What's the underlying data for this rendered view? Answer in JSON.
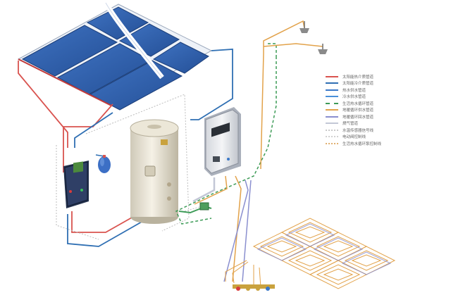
{
  "colors": {
    "solar_supply": "#d9534f",
    "solar_return": "#2f6fb3",
    "hot_water": "#3a78c8",
    "cold_water": "#4a90d9",
    "circulation": "#3d9b57",
    "floor_supply": "#e2a24a",
    "floor_return": "#8a8fcf",
    "gas": "#c3c7d6",
    "panel_blue": "#2f5faa",
    "tank": "#e9e4d6"
  },
  "legend": [
    {
      "label": "太阳能热介质管道",
      "color": "#d9534f",
      "style": "solid"
    },
    {
      "label": "太阳能冷介质管道",
      "color": "#2f6fb3",
      "style": "solid"
    },
    {
      "label": "热水供水管道",
      "color": "#3a78c8",
      "style": "solid"
    },
    {
      "label": "冷水供水管道",
      "color": "#4a90d9",
      "style": "solid"
    },
    {
      "label": "生活热水循环管道",
      "color": "#3d9b57",
      "style": "dashed"
    },
    {
      "label": "地暖循环供水管道",
      "color": "#e2a24a",
      "style": "solid"
    },
    {
      "label": "地暖循环回水管道",
      "color": "#8a8fcf",
      "style": "solid"
    },
    {
      "label": "燃气管道",
      "color": "#c3c7d6",
      "style": "solid"
    },
    {
      "label": "水温传感器信号线",
      "color": "#c9c9c9",
      "style": "dotted"
    },
    {
      "label": "电动阀控制线",
      "color": "#d2d2d2",
      "style": "dotted"
    },
    {
      "label": "生活热水循环泵控制线",
      "color": "#e0b070",
      "style": "dotted"
    }
  ],
  "components": {
    "solar_panels": "solar-collector-array",
    "tank": "hot-water-storage-tank",
    "boiler": "wall-hung-gas-boiler",
    "controller": "solar-controller",
    "expansion": "expansion-vessel",
    "showers": "shower-head-icon",
    "floor_heating": "floor-heating-coil"
  }
}
